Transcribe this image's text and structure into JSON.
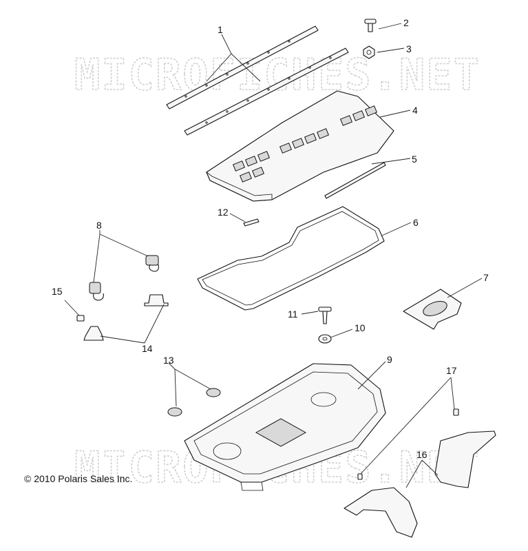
{
  "watermark": "MICROFICHES.NET",
  "copyright": "© 2010 Polaris Sales Inc.",
  "callouts": {
    "c1": "1",
    "c2": "2",
    "c3": "3",
    "c4": "4",
    "c5": "5",
    "c6": "6",
    "c7": "7",
    "c8": "8",
    "c9": "9",
    "c10": "10",
    "c11": "11",
    "c12": "12",
    "c13": "13",
    "c14": "14",
    "c15": "15",
    "c16": "16",
    "c17": "17"
  }
}
